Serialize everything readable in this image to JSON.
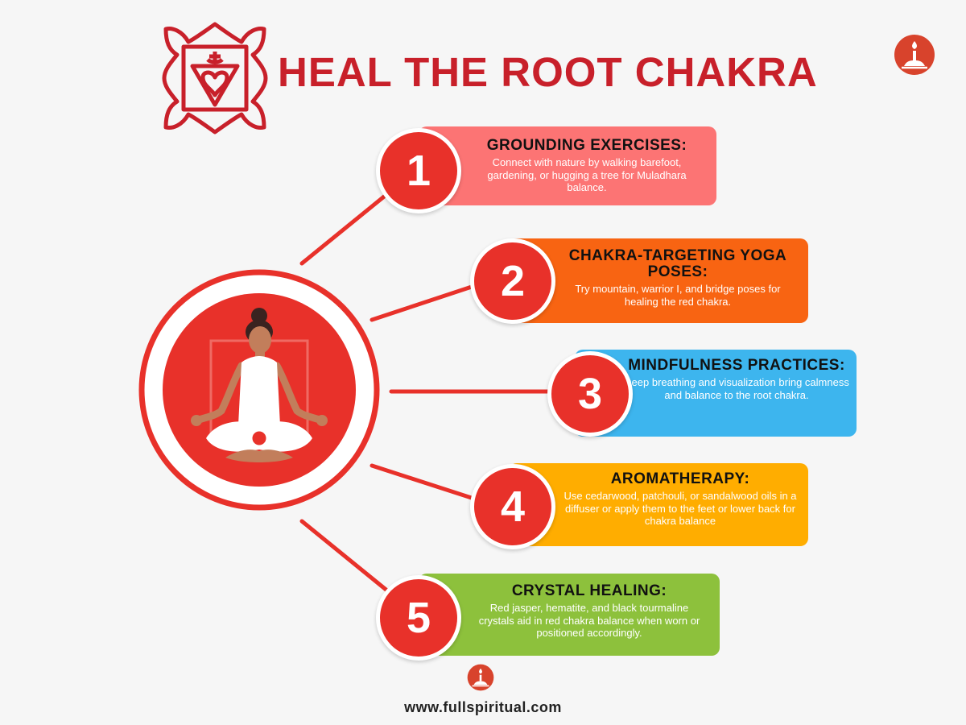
{
  "title": "HEAL THE ROOT CHAKRA",
  "colors": {
    "brand_red": "#c8202a",
    "circle_red": "#e8312a",
    "card1": "#fc7474",
    "card2": "#f86412",
    "card3": "#3db5ee",
    "card4": "#ffad00",
    "card5": "#8dc13c"
  },
  "icons": {
    "header_symbol": "root-chakra-symbol-icon",
    "corner_badge": "candle-meditation-icon",
    "footer_badge": "candle-meditation-icon",
    "center_figure": "meditating-woman-illustration"
  },
  "steps": [
    {
      "number": "1",
      "title": "GROUNDING EXERCISES:",
      "text": "Connect with nature by walking barefoot, gardening, or hugging a tree for Muladhara balance."
    },
    {
      "number": "2",
      "title": "CHAKRA-TARGETING YOGA POSES:",
      "text": "Try mountain, warrior I, and bridge poses for healing the red chakra."
    },
    {
      "number": "3",
      "title": "MINDFULNESS PRACTICES:",
      "text": "Deep breathing and visualization bring calmness and balance to the root chakra."
    },
    {
      "number": "4",
      "title": "AROMATHERAPY:",
      "text": "Use cedarwood, patchouli, or sandalwood oils in a diffuser or apply them to the feet or lower back for chakra balance"
    },
    {
      "number": "5",
      "title": "CRYSTAL HEALING:",
      "text": "Red jasper, hematite, and black tourmaline crystals aid in red chakra balance when worn or positioned accordingly."
    }
  ],
  "footer": {
    "url": "www.fullspiritual.com"
  }
}
